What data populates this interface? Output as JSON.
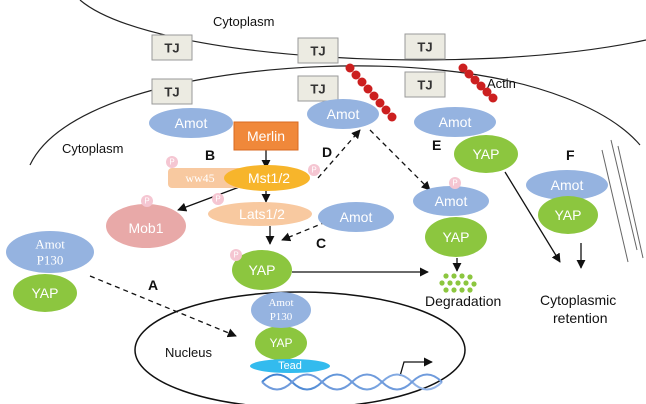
{
  "compartments": {
    "cytoplasm_top": "Cytoplasm",
    "cytoplasm_left": "Cytoplasm",
    "nucleus": "Nucleus",
    "actin": "Actin"
  },
  "tight_junction": "TJ",
  "proteins": {
    "merlin": "Merlin",
    "mst": "Mst1/2",
    "ww45": "ww45",
    "lats": "Lats1/2",
    "mob1": "Mob1",
    "amot": "Amot",
    "yap": "YAP",
    "amot_p130_line1": "Amot",
    "amot_p130_line2": "P130",
    "tead": "Tead",
    "phospho": "P"
  },
  "pathway_labels": [
    "A",
    "B",
    "C",
    "D",
    "E",
    "F"
  ],
  "outcomes": {
    "degradation": "Degradation",
    "retention_line1": "Cytoplasmic",
    "retention_line2": "retention"
  },
  "colors": {
    "amot_blue": "#95b3e0",
    "yap_green": "#8cc63f",
    "merlin_orange": "#f0883a",
    "mst_yellow": "#f7b52b",
    "lats_peach": "#f8c9a0",
    "mob1_pink": "#e8a9a8",
    "tead_cyan": "#33bbee",
    "actin_red": "#cc1f1f",
    "tj_fill": "#ecebe2"
  }
}
